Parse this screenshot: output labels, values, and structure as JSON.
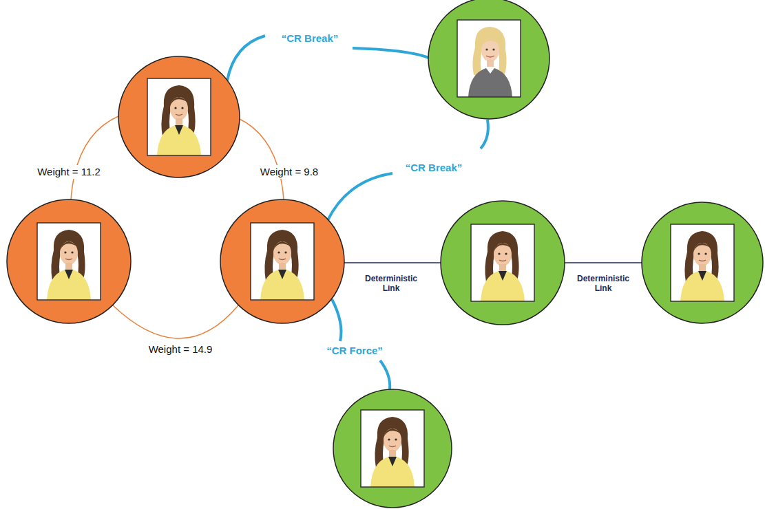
{
  "diagram": {
    "labels": [
      "“CR Break”",
      "Weight = 11.2",
      "Weight = 9.8",
      "“CR Break”",
      "Deterministic Link",
      "Deterministic Link",
      "Weight = 14.9",
      "“CR Force”"
    ]
  }
}
